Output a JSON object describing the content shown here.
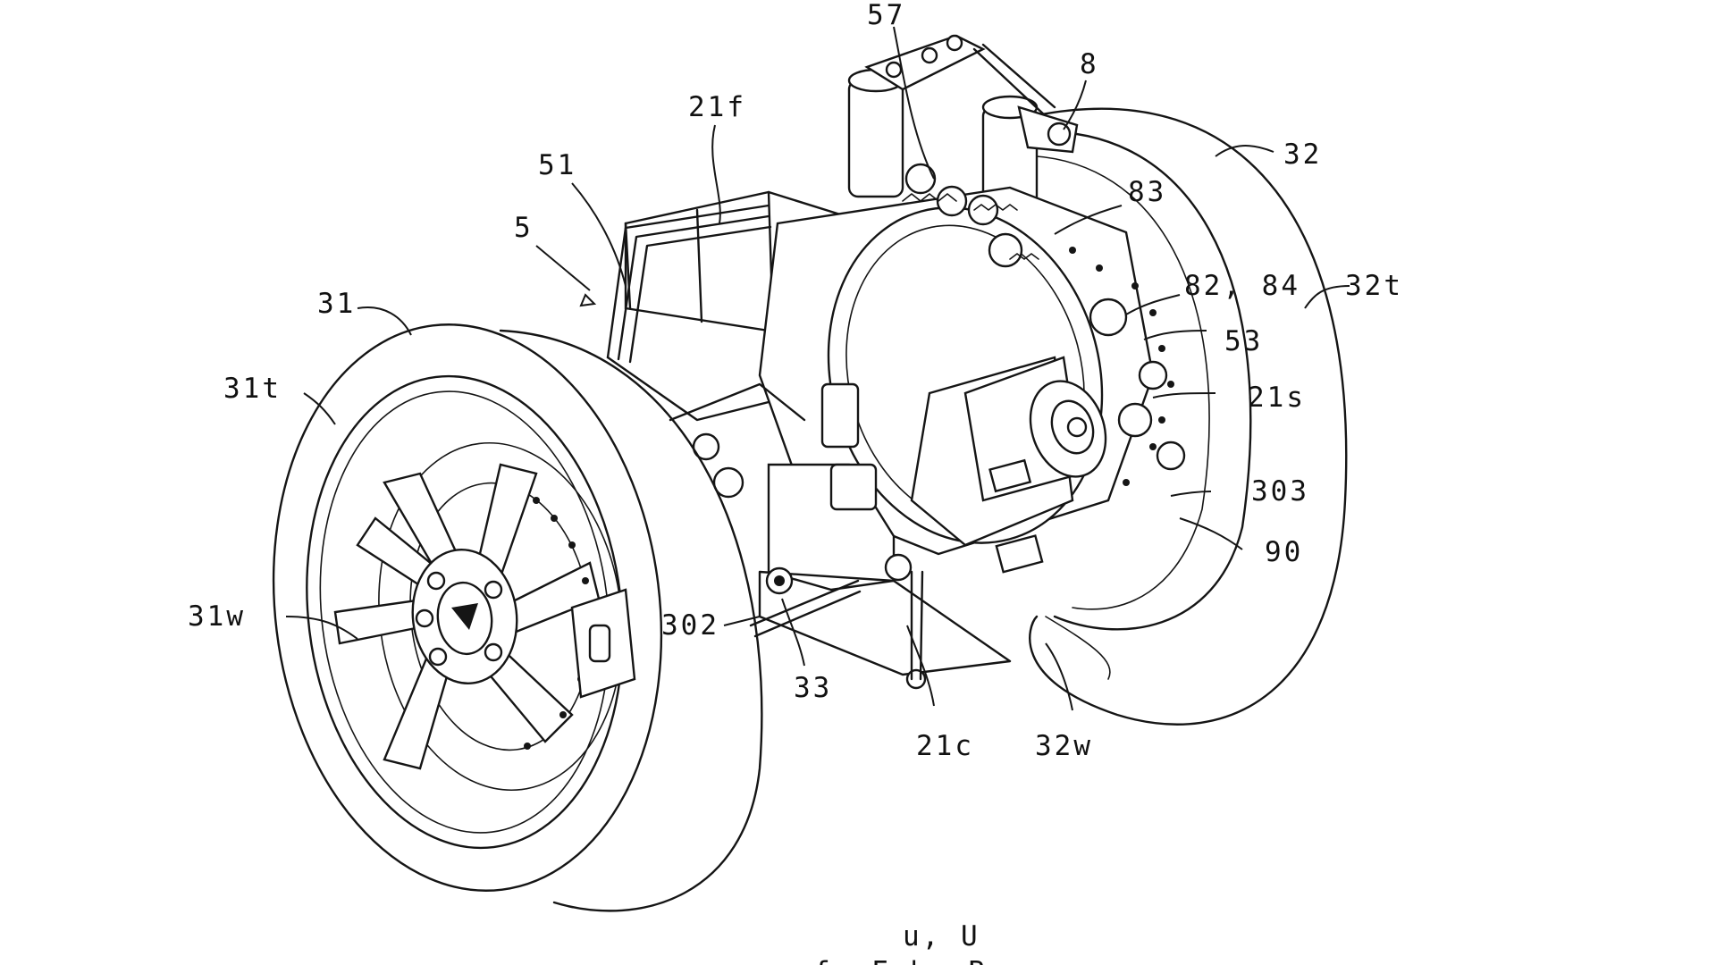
{
  "labels": {
    "l57": "57",
    "l8": "8",
    "l21f": "21f",
    "l51": "51",
    "l5": "5",
    "l32": "32",
    "l83": "83",
    "l8284": "82, 84",
    "l32t": "32t",
    "l31": "31",
    "l53": "53",
    "l31t": "31t",
    "l21s": "21s",
    "l303": "303",
    "l90": "90",
    "l31w": "31w",
    "l302": "302",
    "l33": "33",
    "l21c": "21c",
    "l32w": "32w",
    "luU": "u, U",
    "lfFbB": "f, F    b, B"
  }
}
